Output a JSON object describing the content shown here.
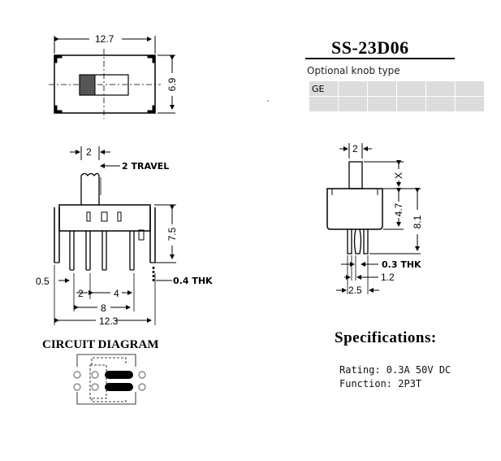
{
  "part_number": "SS-23D06",
  "knob": {
    "caption": "Optional knob type",
    "rows": [
      [
        "GE",
        "",
        "",
        "",
        "",
        ""
      ],
      [
        "",
        "",
        "",
        "",
        "",
        ""
      ]
    ]
  },
  "top_view": {
    "width": "12.7",
    "height": "6.9"
  },
  "side_view": {
    "pin_gap": "2",
    "travel": "2 TRAVEL",
    "height": "7.5",
    "edge": "0.5",
    "pitch_a": "2",
    "pitch_b": "4",
    "pin_span": "8",
    "overall": "12.3",
    "thickness": "0.4 THK"
  },
  "end_view": {
    "knob_width": "2",
    "knob_height": "X",
    "body_height": "4.7",
    "total_height": "8.1",
    "thickness": "0.3 THK",
    "pin_offset": "1.2",
    "pin_gap": "2.5"
  },
  "circuit": {
    "title": "CIRCUIT DIAGRAM"
  },
  "specs": {
    "heading": "Specifications:",
    "rating": "Rating: 0.3A 50V  DC",
    "function": "Function: 2P3T"
  },
  "colors": {
    "knob_table_bg": "#dcdcdc",
    "line": "#000000",
    "circuit_dots": "#777777"
  }
}
